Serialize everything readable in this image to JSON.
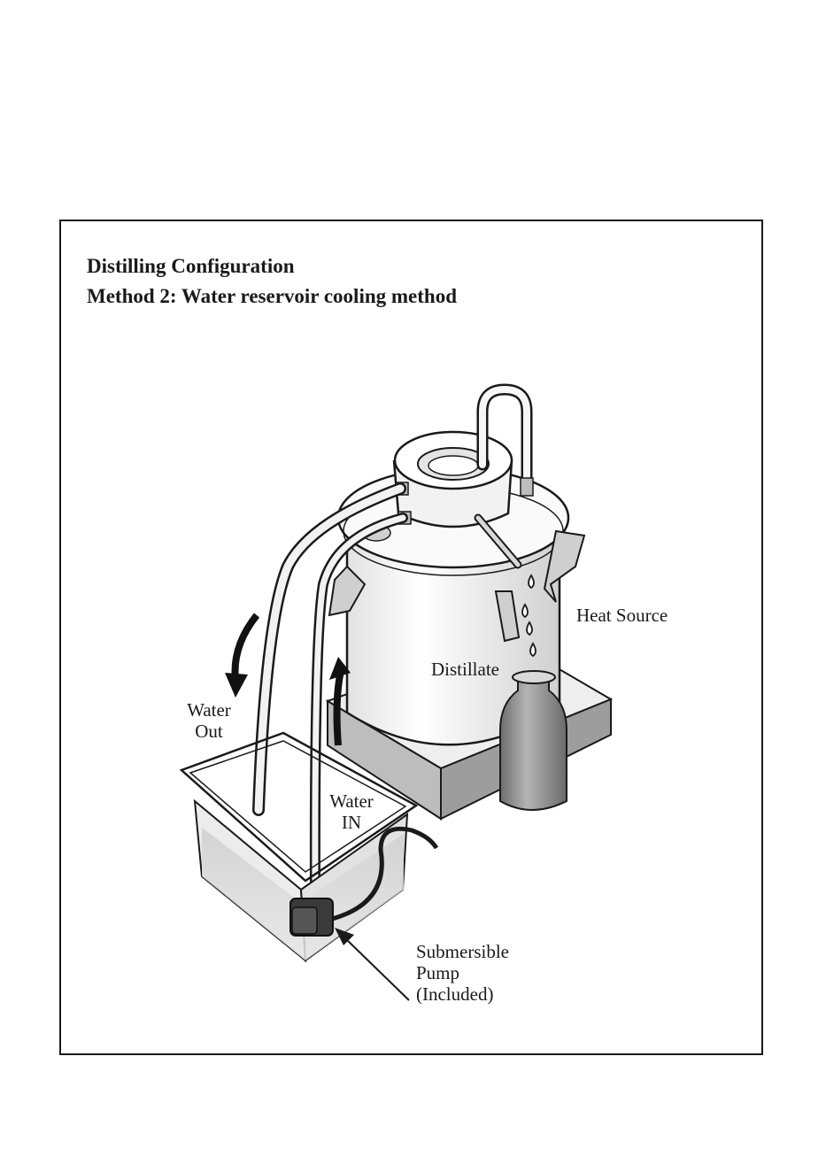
{
  "heading": {
    "title": "Distilling Configuration",
    "subtitle": "Method 2: Water reservoir cooling method"
  },
  "labels": {
    "heat_source": "Heat Source",
    "distillate": "Distillate",
    "water_out": [
      "Water",
      "Out"
    ],
    "water_in": [
      "Water",
      "IN"
    ],
    "pump": [
      "Submersible",
      "Pump",
      "(Included)"
    ]
  },
  "colors": {
    "line": "#1a1a1a",
    "pot_fill": "#f4f4f4",
    "water": "#d6d6d6",
    "bottle": "#8e8e8e",
    "pump": "#3a3a3a"
  }
}
